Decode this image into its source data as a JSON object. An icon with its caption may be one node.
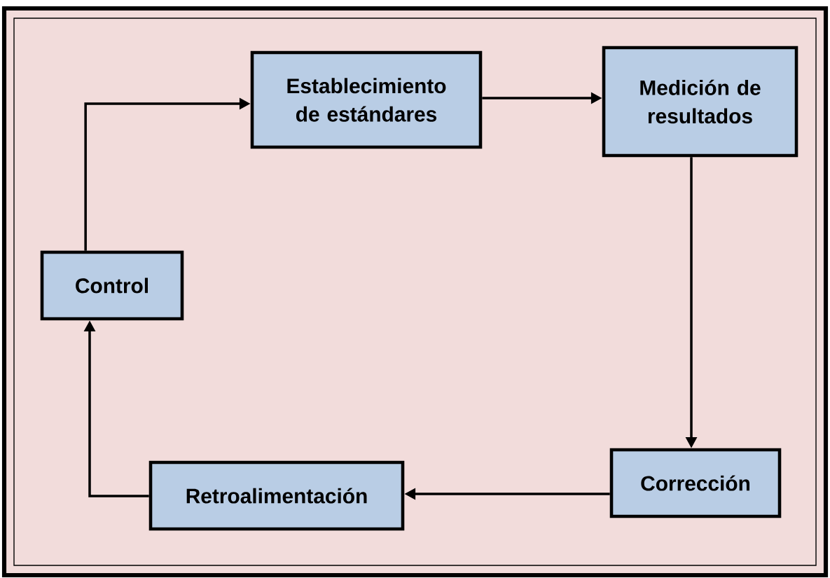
{
  "diagram": {
    "nodes": [
      {
        "text": [
          "Control"
        ]
      },
      {
        "text": [
          "Establecimiento de estándares"
        ]
      },
      {
        "text": [
          "Medición de resultados"
        ]
      },
      {
        "text": [
          "Corrección"
        ]
      },
      {
        "text": [
          "Retroalimentación"
        ]
      }
    ],
    "edges": [
      {
        "from": 0,
        "to": 1,
        "arrow": "to"
      },
      {
        "from": 1,
        "to": 2,
        "arrow": "to"
      },
      {
        "from": 2,
        "to": 3,
        "arrow": "to"
      },
      {
        "from": 3,
        "to": 4,
        "arrow": "to"
      },
      {
        "from": 4,
        "to": 0,
        "arrow": "to"
      }
    ]
  }
}
